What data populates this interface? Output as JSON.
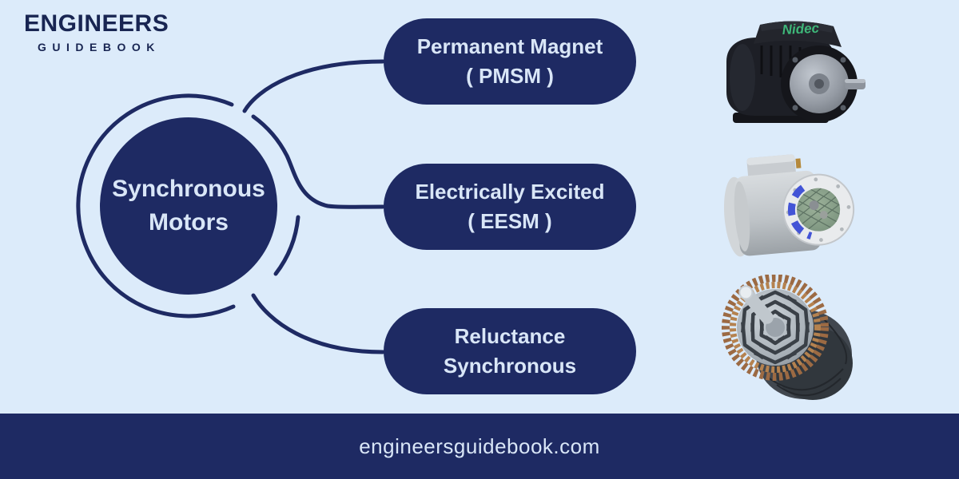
{
  "colors": {
    "background": "#dcebfa",
    "navy": "#1e2a63",
    "light_text": "#d9e6f7",
    "logo_text": "#182552",
    "nidec_green": "#3eb779",
    "copper_winding": "#b5824f",
    "coil_blue": "#4354d6"
  },
  "logo": {
    "line1": "ENGINEERS",
    "line2": "GUIDEBOOK"
  },
  "center_node": {
    "line1": "Synchronous",
    "line2": "Motors"
  },
  "branches": [
    {
      "line1": "Permanent Magnet",
      "line2": "( PMSM )",
      "image": "black-nidec-pmsm-motor-photo",
      "image_label": "Nidec"
    },
    {
      "line1": "Electrically Excited",
      "line2": "( EESM )",
      "image": "gray-eesm-motor-photo"
    },
    {
      "line1": "Reluctance",
      "line2": "Synchronous",
      "image": "reluctance-synchronous-rotor-photo"
    }
  ],
  "footer": {
    "url": "engineersguidebook.com"
  }
}
